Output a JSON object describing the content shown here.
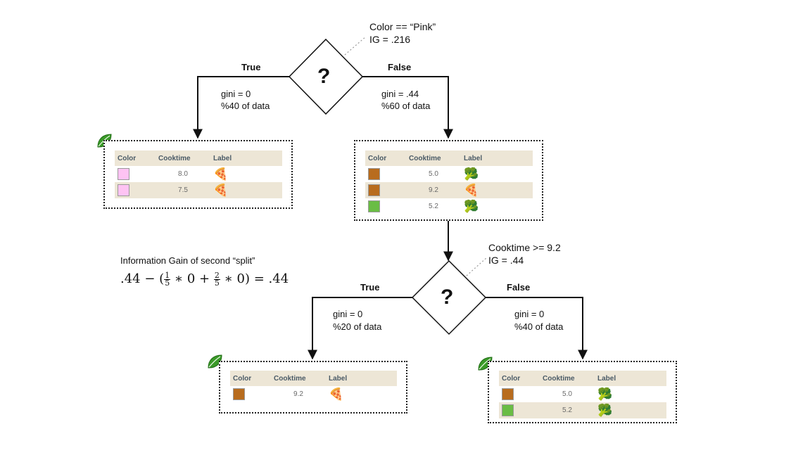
{
  "root": {
    "condition": "Color == “Pink”",
    "ig": "IG = .216",
    "symbol": "?",
    "true_label": "True",
    "false_label": "False",
    "true_gini": "gini = 0",
    "true_pct": "%40 of data",
    "false_gini": "gini = .44",
    "false_pct": "%60 of data"
  },
  "split2": {
    "condition": "Cooktime >= 9.2",
    "ig": "IG = .44",
    "symbol": "?",
    "true_label": "True",
    "false_label": "False",
    "true_gini": "gini = 0",
    "true_pct": "%20 of data",
    "false_gini": "gini = 0",
    "false_pct": "%40 of data"
  },
  "info_gain": {
    "title": "Information Gain of second “split”",
    "lead": ".44 − (",
    "frac1_num": "1",
    "frac1_den": "5",
    "mid1": " ∗ 0 + ",
    "frac2_num": "2",
    "frac2_den": "5",
    "tail": " ∗ 0) = .44"
  },
  "columns": {
    "color": "Color",
    "cooktime": "Cooktime",
    "label": "Label"
  },
  "colors": {
    "pink": "#fec3f3",
    "brown": "#b86c1e",
    "green": "#6abd45",
    "leaf": "#3a9a28"
  },
  "icons": {
    "pizza": "🍕",
    "broccoli": "🥦",
    "leaf": "leaf-icon"
  },
  "tables": {
    "root_true": [
      {
        "color": "pink",
        "cooktime": "8.0",
        "label": "pizza"
      },
      {
        "color": "pink",
        "cooktime": "7.5",
        "label": "pizza"
      }
    ],
    "root_false": [
      {
        "color": "brown",
        "cooktime": "5.0",
        "label": "broccoli"
      },
      {
        "color": "brown",
        "cooktime": "9.2",
        "label": "pizza"
      },
      {
        "color": "green",
        "cooktime": "5.2",
        "label": "broccoli"
      }
    ],
    "split2_true": [
      {
        "color": "brown",
        "cooktime": "9.2",
        "label": "pizza"
      }
    ],
    "split2_false": [
      {
        "color": "brown",
        "cooktime": "5.0",
        "label": "broccoli"
      },
      {
        "color": "green",
        "cooktime": "5.2",
        "label": "broccoli"
      }
    ]
  }
}
